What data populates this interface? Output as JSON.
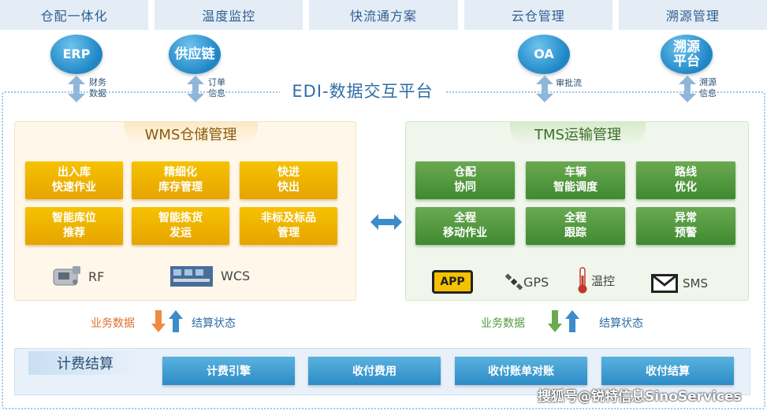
{
  "top_tabs": [
    "仓配一体化",
    "温度监控",
    "快流通方案",
    "云仓管理",
    "溯源管理"
  ],
  "systems": {
    "erp": "ERP",
    "supply_chain": "供应链",
    "oa": "OA",
    "trace": "溯源\n平台"
  },
  "arrow_notes": {
    "finance": "财务\n数据",
    "order": "订单\n信息",
    "approval": "审批流",
    "trace_info": "溯源\n信息"
  },
  "platform_title": "EDI-数据交互平台",
  "wms": {
    "title": "WMS仓储管理",
    "boxes": [
      "出入库\n快速作业",
      "精细化\n库存管理",
      "快进\n快出",
      "智能库位\n推荐",
      "智能拣货\n发运",
      "非标及标品\n管理"
    ],
    "tools": {
      "rf": "RF",
      "wcs": "WCS"
    },
    "flow": {
      "business": "业务数据",
      "settlement": "结算状态"
    }
  },
  "tms": {
    "title": "TMS运输管理",
    "boxes": [
      "仓配\n协同",
      "车辆\n智能调度",
      "路线\n优化",
      "全程\n移动作业",
      "全程\n跟踪",
      "异常\n预警"
    ],
    "tools": {
      "app": "APP",
      "gps": "GPS",
      "temp": "温控",
      "sms": "SMS"
    },
    "flow": {
      "business": "业务数据",
      "settlement": "结算状态"
    }
  },
  "billing": {
    "tag": "计费结算",
    "buttons": [
      "计费引擎",
      "收付费用",
      "收付账单对账",
      "收付结算"
    ]
  },
  "watermark": "搜狐号@锐特信息SinoServices",
  "colors": {
    "blue": "#2f6ea6",
    "gold": "#f6c200",
    "green": "#4f9a3c",
    "orange": "#e0702a"
  }
}
